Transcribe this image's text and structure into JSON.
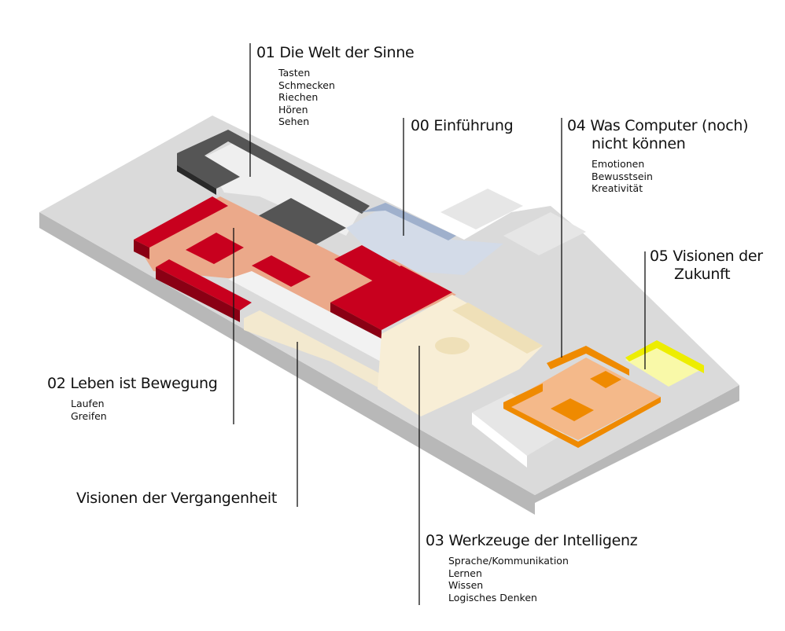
{
  "colors": {
    "floor": "#d9d9d9",
    "floor_side": "#b5b5b5",
    "sinne": "#444444",
    "bewegung": "#c8001e",
    "bewegung_floor": "#eaa888",
    "einfuehrung": "#b9c7dc",
    "intelligenz": "#f5e6c4",
    "computer": "#ef8a00",
    "zukunft": "#f0f000"
  },
  "labels": {
    "sinne": {
      "title": "01 Die Welt der Sinne",
      "items": [
        "Tasten",
        "Schmecken",
        "Riechen",
        "Hören",
        "Sehen"
      ]
    },
    "einfuehrung": {
      "title": "00 Einführung"
    },
    "computer": {
      "title_line1": "04 Was Computer (noch)",
      "title_line2": "nicht können",
      "items": [
        "Emotionen",
        "Bewusstsein",
        "Kreativität"
      ]
    },
    "zukunft": {
      "title_line1": "05 Visionen der",
      "title_line2": "Zukunft"
    },
    "bewegung": {
      "title": "02 Leben ist Bewegung",
      "items": [
        "Laufen",
        "Greifen"
      ]
    },
    "vergangenheit": {
      "title": "Visionen der Vergangenheit"
    },
    "intelligenz": {
      "title": "03 Werkzeuge der Intelligenz",
      "items": [
        "Sprache/Kommunikation",
        "Lernen",
        "Wissen",
        "Logisches Denken"
      ]
    }
  }
}
